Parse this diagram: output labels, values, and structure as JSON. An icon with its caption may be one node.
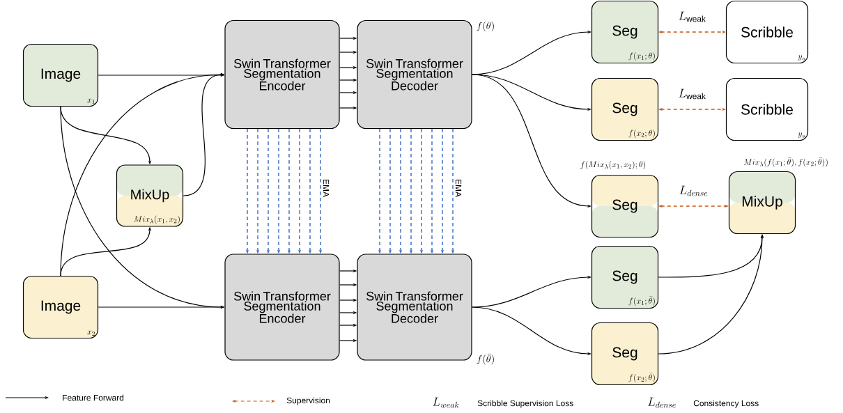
{
  "diagram": {
    "nodes": [
      {
        "text": [
          "Image",
          "x_1"
        ]
      },
      {
        "text": [
          "Image",
          "x_2"
        ]
      },
      {
        "text": [
          "MixUp",
          "Mix_\\lambda(x_1,x_2)"
        ]
      },
      {
        "text": [
          "Swin Transformer Segmentation Encoder"
        ]
      },
      {
        "text": [
          "Swin Transformer Segmentation Decoder"
        ],
        "beside": [
          "f(\\theta)"
        ]
      },
      {
        "text": [
          "Swin Transformer Segmentation Encoder"
        ]
      },
      {
        "text": [
          "Swin Transformer Segmentation Decoder"
        ],
        "beside": [
          "f(\\bar{\\theta})"
        ]
      },
      {
        "text": [
          "Seg",
          "f(x_1;\\theta)"
        ]
      },
      {
        "text": [
          "Scribble",
          "y_s"
        ]
      },
      {
        "text": [
          "Seg",
          "f(x_2;\\theta)"
        ]
      },
      {
        "text": [
          "Scribble",
          "y_s"
        ]
      },
      {
        "text": [
          "Seg"
        ],
        "beside": [
          "f(Mix_\\lambda(x_1,x_2);\\theta)"
        ]
      },
      {
        "text": [
          "MixUp"
        ],
        "beside": [
          "Mix_\\lambda(f(x_1;\\bar{\\theta}),f(x_2;\\bar{\\theta}))"
        ]
      },
      {
        "text": [
          "Seg",
          "f(x_1;\\bar{\\theta})"
        ]
      },
      {
        "text": [
          "Seg",
          "f(x_2;\\bar{\\theta})"
        ]
      }
    ],
    "edges": [
      {
        "from": 0,
        "to": 3,
        "arrow": "to"
      },
      {
        "from": 0,
        "to": 2,
        "arrow": "to"
      },
      {
        "from": 0,
        "to": 5,
        "arrow": "to"
      },
      {
        "from": 1,
        "to": 3,
        "arrow": "to"
      },
      {
        "from": 1,
        "to": 2,
        "arrow": "to"
      },
      {
        "from": 1,
        "to": 5,
        "arrow": "to"
      },
      {
        "from": 2,
        "to": 3,
        "arrow": "to"
      },
      {
        "from": 3,
        "to": 4,
        "arrow": "to"
      },
      {
        "from": 3,
        "to": 4,
        "arrow": "to"
      },
      {
        "from": 3,
        "to": 4,
        "arrow": "to"
      },
      {
        "from": 3,
        "to": 4,
        "arrow": "to"
      },
      {
        "from": 3,
        "to": 4,
        "arrow": "to"
      },
      {
        "from": 3,
        "to": 4,
        "arrow": "to"
      },
      {
        "from": 5,
        "to": 6,
        "arrow": "to"
      },
      {
        "from": 5,
        "to": 6,
        "arrow": "to"
      },
      {
        "from": 5,
        "to": 6,
        "arrow": "to"
      },
      {
        "from": 5,
        "to": 6,
        "arrow": "to"
      },
      {
        "from": 5,
        "to": 6,
        "arrow": "to"
      },
      {
        "from": 5,
        "to": 6,
        "arrow": "to"
      },
      {
        "from": 3,
        "to": 5,
        "arrow": "to",
        "style": "dashed",
        "color": "#4472c4"
      },
      {
        "from": 3,
        "to": 5,
        "arrow": "to",
        "style": "dashed",
        "color": "#4472c4"
      },
      {
        "from": 3,
        "to": 5,
        "arrow": "to",
        "style": "dashed",
        "color": "#4472c4"
      },
      {
        "from": 3,
        "to": 5,
        "arrow": "to",
        "style": "dashed",
        "color": "#4472c4"
      },
      {
        "from": 3,
        "to": 5,
        "arrow": "to",
        "style": "dashed",
        "color": "#4472c4"
      },
      {
        "from": 3,
        "to": 5,
        "arrow": "to",
        "style": "dashed",
        "color": "#4472c4"
      },
      {
        "from": 3,
        "to": 5,
        "arrow": "to",
        "style": "dashed",
        "color": "#4472c4"
      },
      {
        "from": 3,
        "to": 5,
        "arrow": "to",
        "style": "dashed",
        "color": "#4472c4"
      },
      {
        "from": 4,
        "to": 6,
        "arrow": "to",
        "style": "dashed",
        "color": "#4472c4"
      },
      {
        "from": 4,
        "to": 6,
        "arrow": "to",
        "style": "dashed",
        "color": "#4472c4"
      },
      {
        "from": 4,
        "to": 6,
        "arrow": "to",
        "style": "dashed",
        "color": "#4472c4"
      },
      {
        "from": 4,
        "to": 6,
        "arrow": "to",
        "style": "dashed",
        "color": "#4472c4"
      },
      {
        "from": 4,
        "to": 6,
        "arrow": "to",
        "style": "dashed",
        "color": "#4472c4"
      },
      {
        "from": 4,
        "to": 6,
        "arrow": "to",
        "style": "dashed",
        "color": "#4472c4"
      },
      {
        "from": 4,
        "to": 6,
        "arrow": "to",
        "style": "dashed",
        "color": "#4472c4"
      },
      {
        "from": 4,
        "to": 6,
        "arrow": "to",
        "style": "dashed",
        "color": "#4472c4"
      },
      {
        "from": 4,
        "to": 7,
        "arrow": "to"
      },
      {
        "from": 4,
        "to": 9,
        "arrow": "to"
      },
      {
        "from": 4,
        "to": 11,
        "arrow": "to"
      },
      {
        "from": 6,
        "to": 13,
        "arrow": "to"
      },
      {
        "from": 6,
        "to": 14,
        "arrow": "to"
      },
      {
        "from": 13,
        "to": 12,
        "arrow": "to"
      },
      {
        "from": 14,
        "to": 12,
        "arrow": "to"
      },
      {
        "from": 7,
        "to": 8,
        "arrow": "both",
        "style": "dashed",
        "color": "#c55a11",
        "label": "L_{\\mathrm{weak}}"
      },
      {
        "from": 9,
        "to": 10,
        "arrow": "both",
        "style": "dashed",
        "color": "#c55a11",
        "label": "L_{\\mathrm{weak}}"
      },
      {
        "from": 11,
        "to": 12,
        "arrow": "both",
        "style": "dashed",
        "color": "#c55a11",
        "label": "L_{dense}"
      }
    ],
    "labels": [
      "EMA",
      "EMA",
      "L_{weak}",
      "Scribble Supervision Loss",
      "L_{dense}",
      "Consistency Loss"
    ],
    "legend": [
      {
        "text": "Feature Forward"
      },
      {
        "text": "Supervision"
      }
    ]
  }
}
